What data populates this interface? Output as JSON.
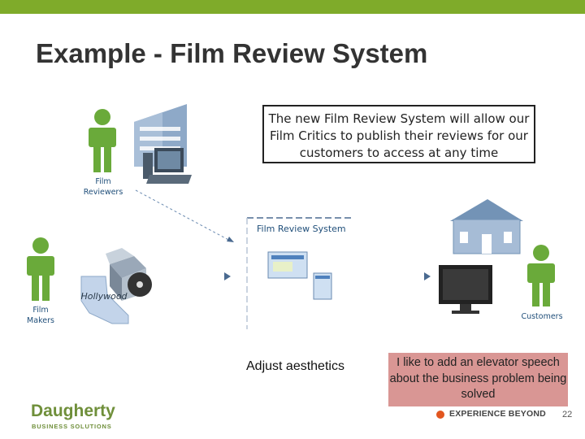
{
  "slide": {
    "title": "Example - Film Review System",
    "callout": "The new Film Review System will allow our Film Critics to publish their reviews for our customers to access at any time",
    "labels": {
      "film_reviewers": "Film Reviewers",
      "film_makers": "Film Makers",
      "system": "Film Review System",
      "customers": "Customers",
      "hollywood": "Hollywood"
    },
    "note_left": "Adjust aesthetics",
    "note_right": "I like to add an elevator speech about the business problem being solved",
    "logo": {
      "name": "Daugherty",
      "tagline": "BUSINESS SOLUTIONS"
    },
    "footer_brand": "EXPERIENCE BEYOND",
    "page_number": "22"
  },
  "colors": {
    "accent_bar": "#7fab2a",
    "person_icon": "#6aaa3a",
    "note_box": "#d99694",
    "label_text": "#1f4e79"
  },
  "icons": [
    "person-icon",
    "office-building-icon",
    "desktop-computer-icon",
    "house-icon",
    "box-icon",
    "cd-icon",
    "california-map-icon"
  ]
}
